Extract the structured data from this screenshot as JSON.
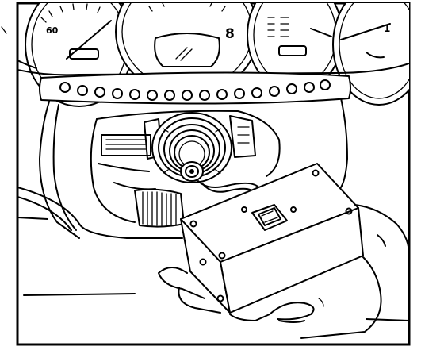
{
  "illustration": {
    "colors": {
      "ink": "#000000",
      "paper": "#ffffff"
    },
    "gauges": {
      "left_speed_label": "60",
      "center_digit_label": "8",
      "right_mark_label": "1"
    }
  }
}
